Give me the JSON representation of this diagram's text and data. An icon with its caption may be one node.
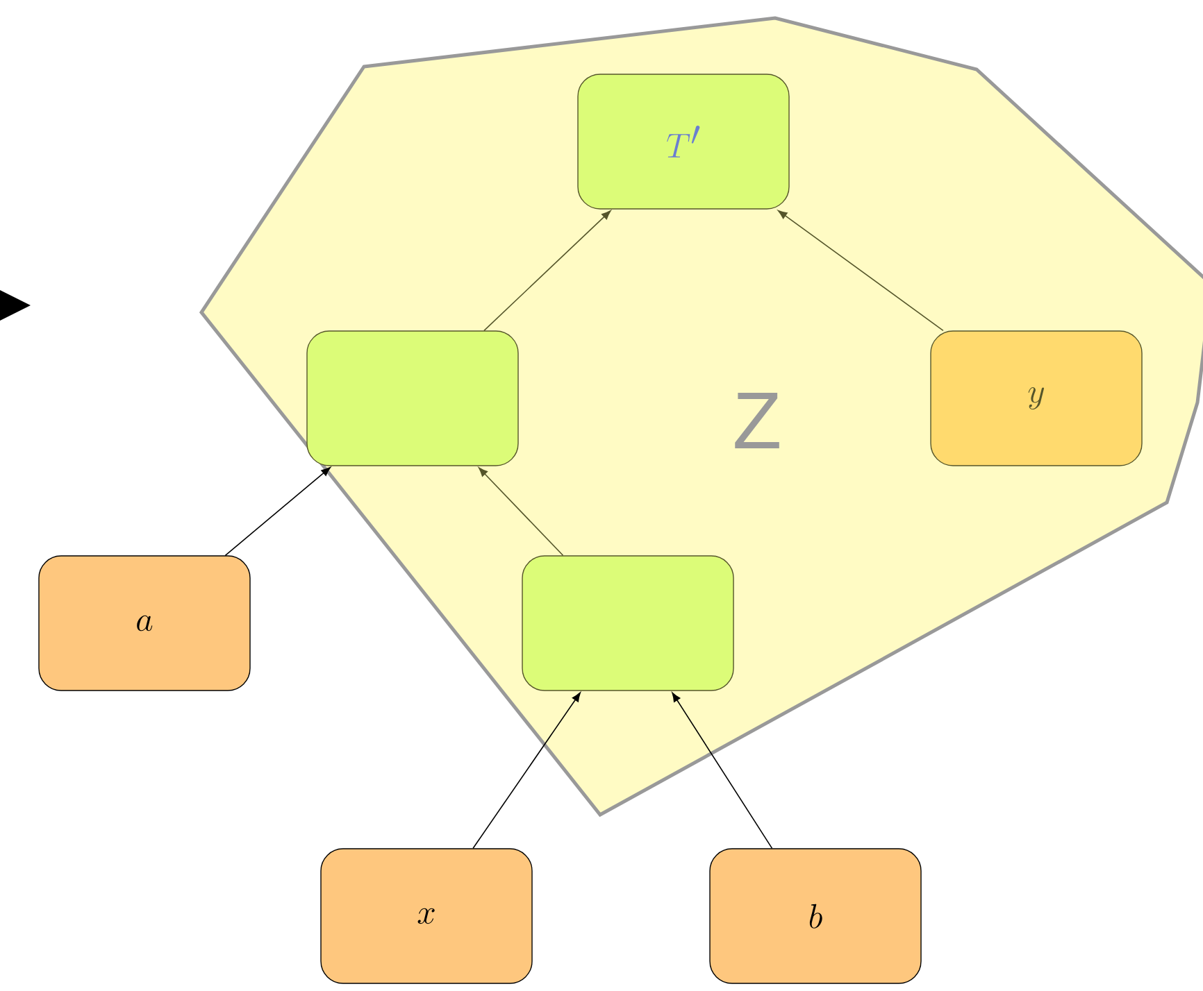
{
  "diagram": {
    "nodes": [
      {
        "text": [
          "Z"
        ]
      },
      {
        "text": [
          "T'"
        ],
        "in": 0
      },
      {
        "text": [],
        "shape": "box",
        "in": 0
      },
      {
        "text": [
          "y"
        ],
        "in": 0
      },
      {
        "text": [
          "a"
        ]
      },
      {
        "text": [],
        "shape": "box",
        "in": 0
      },
      {
        "text": [
          "x"
        ]
      },
      {
        "text": [
          "b"
        ]
      }
    ],
    "edges": [
      {
        "from": 2,
        "to": 1,
        "arrow": "to"
      },
      {
        "from": 3,
        "to": 1,
        "arrow": "to"
      },
      {
        "from": 5,
        "to": 2,
        "arrow": "to"
      },
      {
        "from": 4,
        "to": 2,
        "arrow": "to",
        "color": "#000000"
      },
      {
        "from": 6,
        "to": 5,
        "arrow": "to",
        "color": "#000000"
      },
      {
        "from": 7,
        "to": 5,
        "arrow": "to",
        "color": "#000000"
      }
    ]
  }
}
